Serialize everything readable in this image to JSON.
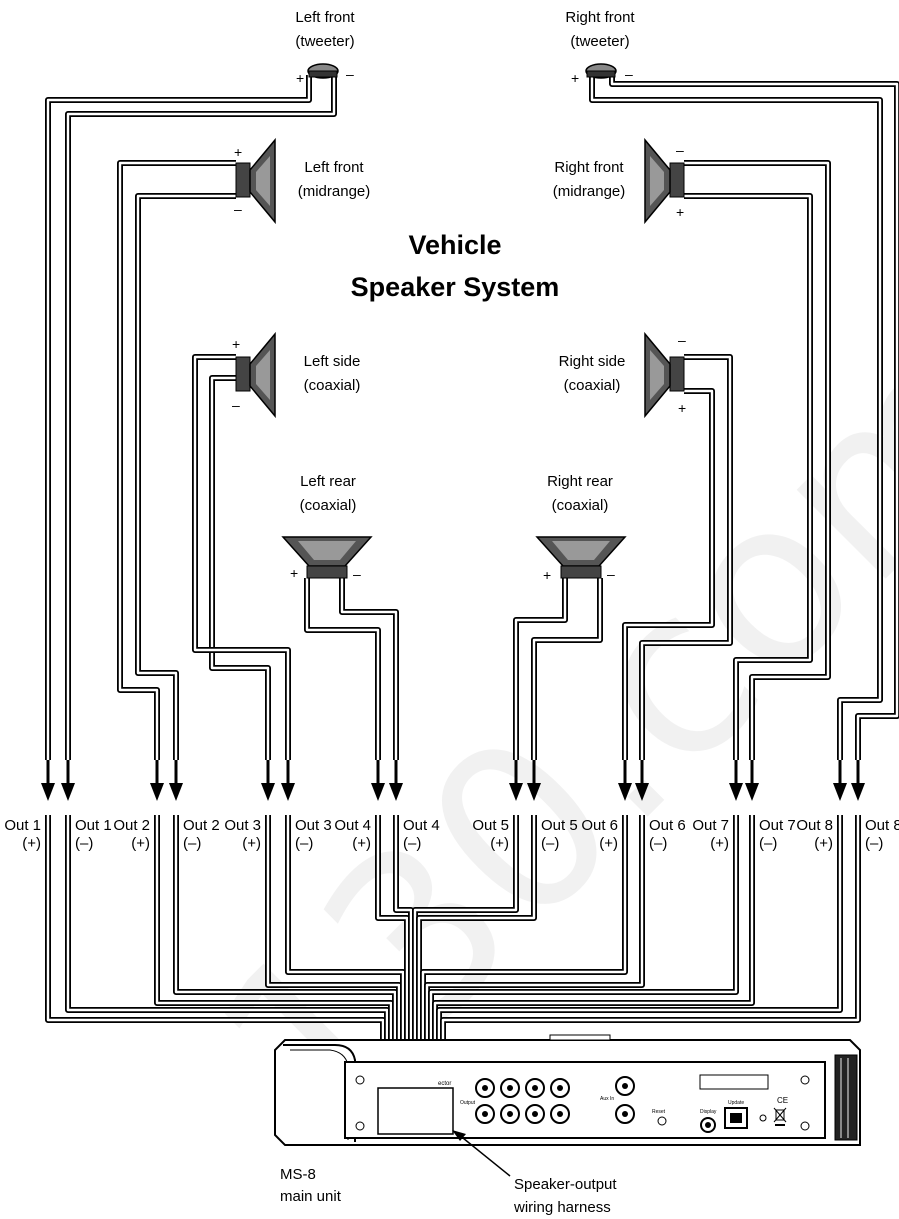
{
  "diagram": {
    "title_line1": "Vehicle",
    "title_line2": "Speaker System",
    "watermark": "130.com.ua"
  },
  "speakers": {
    "left_front_tweeter": {
      "line1": "Left front",
      "line2": "(tweeter)"
    },
    "right_front_tweeter": {
      "line1": "Right front",
      "line2": "(tweeter)"
    },
    "left_front_mid": {
      "line1": "Left front",
      "line2": "(midrange)"
    },
    "right_front_mid": {
      "line1": "Right front",
      "line2": "(midrange)"
    },
    "left_side": {
      "line1": "Left side",
      "line2": "(coaxial)"
    },
    "right_side": {
      "line1": "Right side",
      "line2": "(coaxial)"
    },
    "left_rear": {
      "line1": "Left rear",
      "line2": "(coaxial)"
    },
    "right_rear": {
      "line1": "Right rear",
      "line2": "(coaxial)"
    }
  },
  "polarity": {
    "plus": "+",
    "minus": "–"
  },
  "outputs": [
    {
      "name": "Out 1",
      "pos": "(+)",
      "neg": "(–)"
    },
    {
      "name": "Out 2",
      "pos": "(+)",
      "neg": "(–)"
    },
    {
      "name": "Out 3",
      "pos": "(+)",
      "neg": "(–)"
    },
    {
      "name": "Out 4",
      "pos": "(+)",
      "neg": "(–)"
    },
    {
      "name": "Out 5",
      "pos": "(+)",
      "neg": "(–)"
    },
    {
      "name": "Out 6",
      "pos": "(+)",
      "neg": "(–)"
    },
    {
      "name": "Out 7",
      "pos": "(+)",
      "neg": "(–)"
    },
    {
      "name": "Out 8",
      "pos": "(+)",
      "neg": "(–)"
    }
  ],
  "unit": {
    "name_line1": "MS-8",
    "name_line2": "main unit",
    "harness_line1": "Speaker-output",
    "harness_line2": "wiring harness",
    "panel_labels": {
      "connector": "ector",
      "output": "Output",
      "aux_in": "Aux In",
      "reset": "Reset",
      "display": "Display",
      "update": "Update",
      "ce": "CE"
    }
  }
}
